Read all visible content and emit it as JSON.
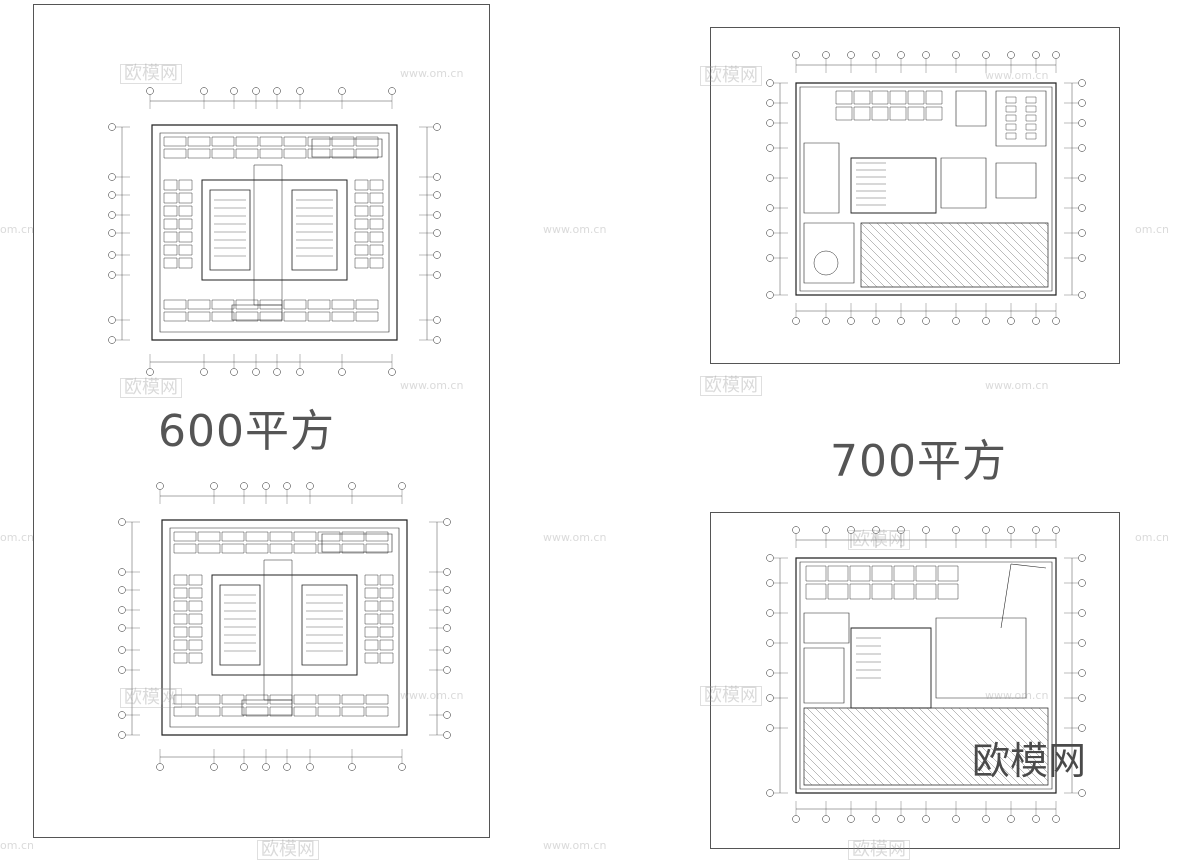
{
  "labels": {
    "area_600": "600平方",
    "area_700": "700平方"
  },
  "watermark": {
    "brand": "欧模网",
    "brand_small": "欧模网",
    "url": "www.om.cn",
    "url_short": "om.cn"
  },
  "colors": {
    "line": "#222222",
    "hatch": "#555555",
    "frame": "#555555"
  }
}
